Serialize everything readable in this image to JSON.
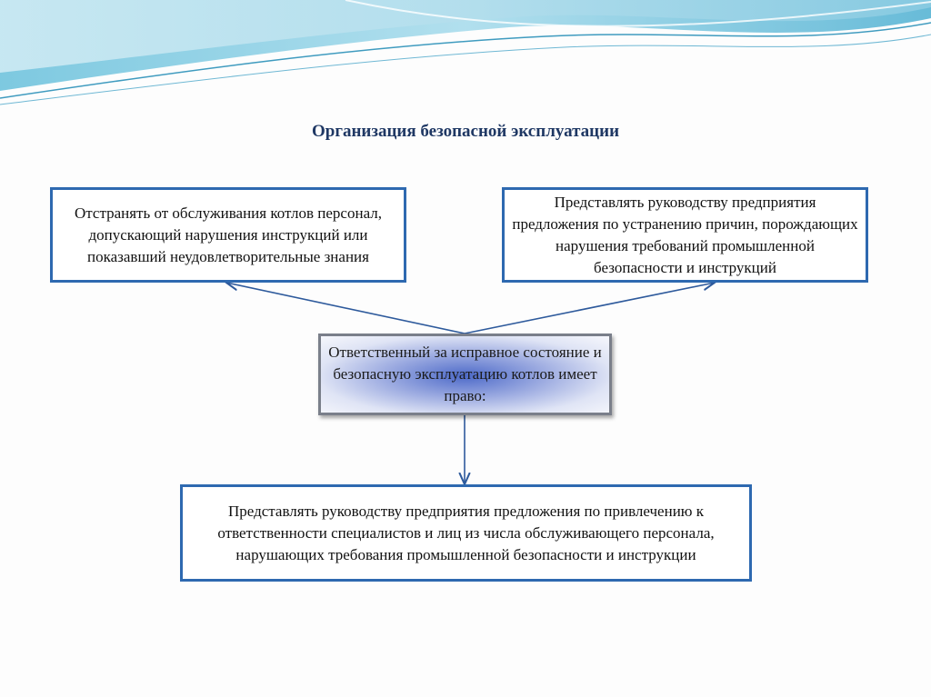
{
  "title": "Организация безопасной эксплуатации",
  "boxes": {
    "left": "Отстранять от обслуживания котлов персонал, допускающий нарушения инструкций или показавший неудовлетворительные знания",
    "right": "Представлять руководству предприятия предложения по устранению причин, порождающих нарушения требований промышленной безопасности и инструкций",
    "center": "Ответственный за исправное состояние и безопасную эксплуатацию котлов имеет право:",
    "bottom": "Представлять руководству предприятия предложения по привлечению к ответственности специалистов и лиц из числа обслуживающего персонала, нарушающих требования промышленной безопасности и инструкции"
  },
  "colors": {
    "title": "#1f3864",
    "box_border": "#2e69b0",
    "center_fill": "#4d6ac9",
    "arrow": "#2e5a9c"
  }
}
